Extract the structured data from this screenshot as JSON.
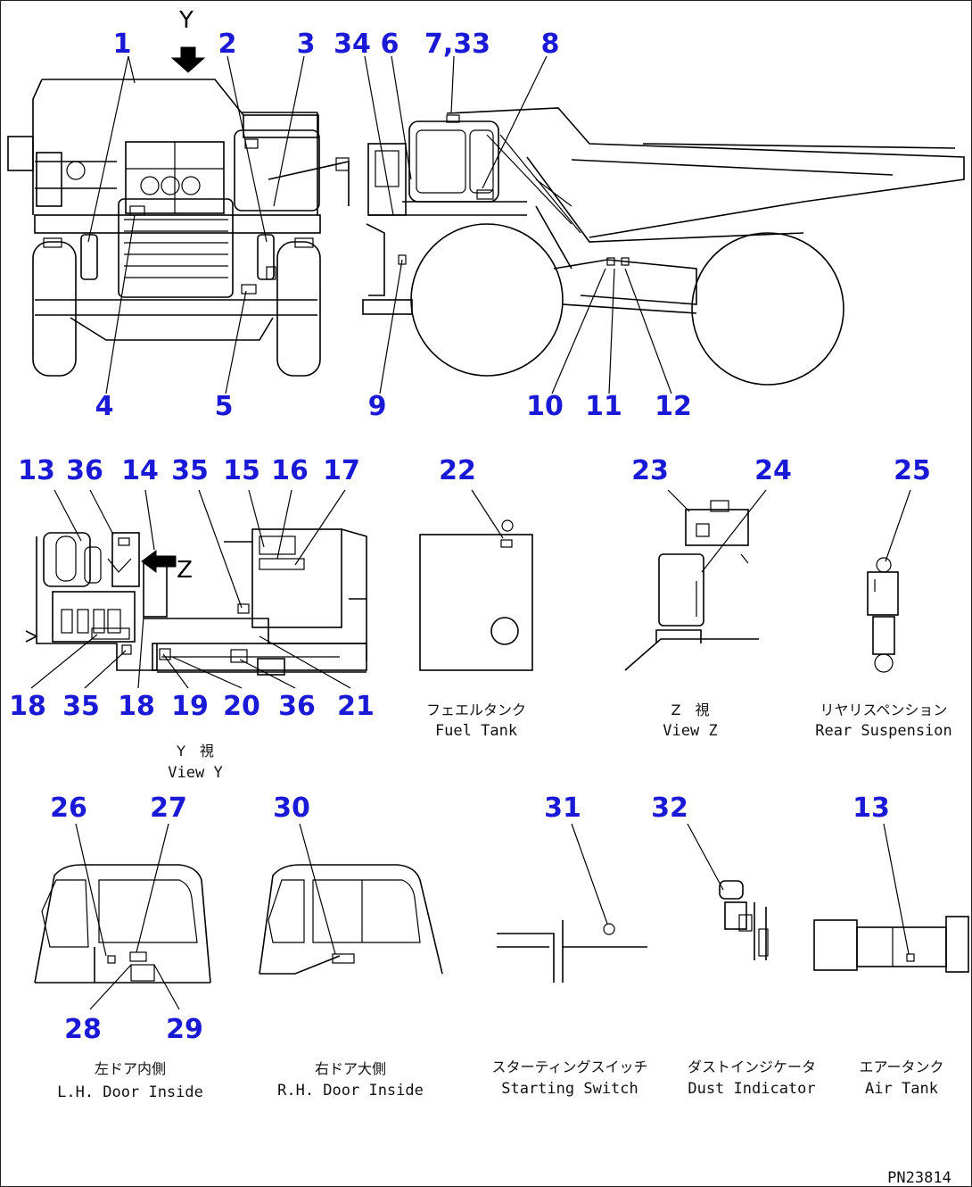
{
  "numbers": {
    "n1": "1",
    "n2": "2",
    "n3": "3",
    "n34": "34",
    "n6": "6",
    "n7_33": "7,33",
    "n8": "8",
    "n4": "4",
    "n5": "5",
    "n9": "9",
    "n10": "10",
    "n11": "11",
    "n12": "12",
    "n13a": "13",
    "n36a": "36",
    "n14": "14",
    "n35a": "35",
    "n15": "15",
    "n16": "16",
    "n17": "17",
    "n18a": "18",
    "n35b": "35",
    "n18b": "18",
    "n19": "19",
    "n20": "20",
    "n36b": "36",
    "n21": "21",
    "n22": "22",
    "n23": "23",
    "n24": "24",
    "n25": "25",
    "n26": "26",
    "n27": "27",
    "n28": "28",
    "n29": "29",
    "n30": "30",
    "n31": "31",
    "n32": "32",
    "n13b": "13"
  },
  "view_letters": {
    "y": "Y",
    "z": "Z"
  },
  "captions": {
    "fuel_tank_jp": "フェエルタンク",
    "fuel_tank_en": "Fuel Tank",
    "view_z_jp": "Z　視",
    "view_z_en": "View Z",
    "rear_susp_jp": "リヤリスペンション",
    "rear_susp_en": "Rear Suspension",
    "view_y_jp": "Y　視",
    "view_y_en": "View Y",
    "lh_door_jp": "左ドア内側",
    "lh_door_en": "L.H. Door Inside",
    "rh_door_jp": "右ドア大側",
    "rh_door_en": "R.H. Door Inside",
    "start_sw_jp": "スターティングスイッチ",
    "start_sw_en": "Starting Switch",
    "dust_ind_jp": "ダストインジケータ",
    "dust_ind_en": "Dust Indicator",
    "air_tank_jp": "エアータンク",
    "air_tank_en": "Air Tank"
  },
  "drawing_code": "PN23814",
  "colors": {
    "callout": "#1a1ad6",
    "line": "#000000"
  }
}
